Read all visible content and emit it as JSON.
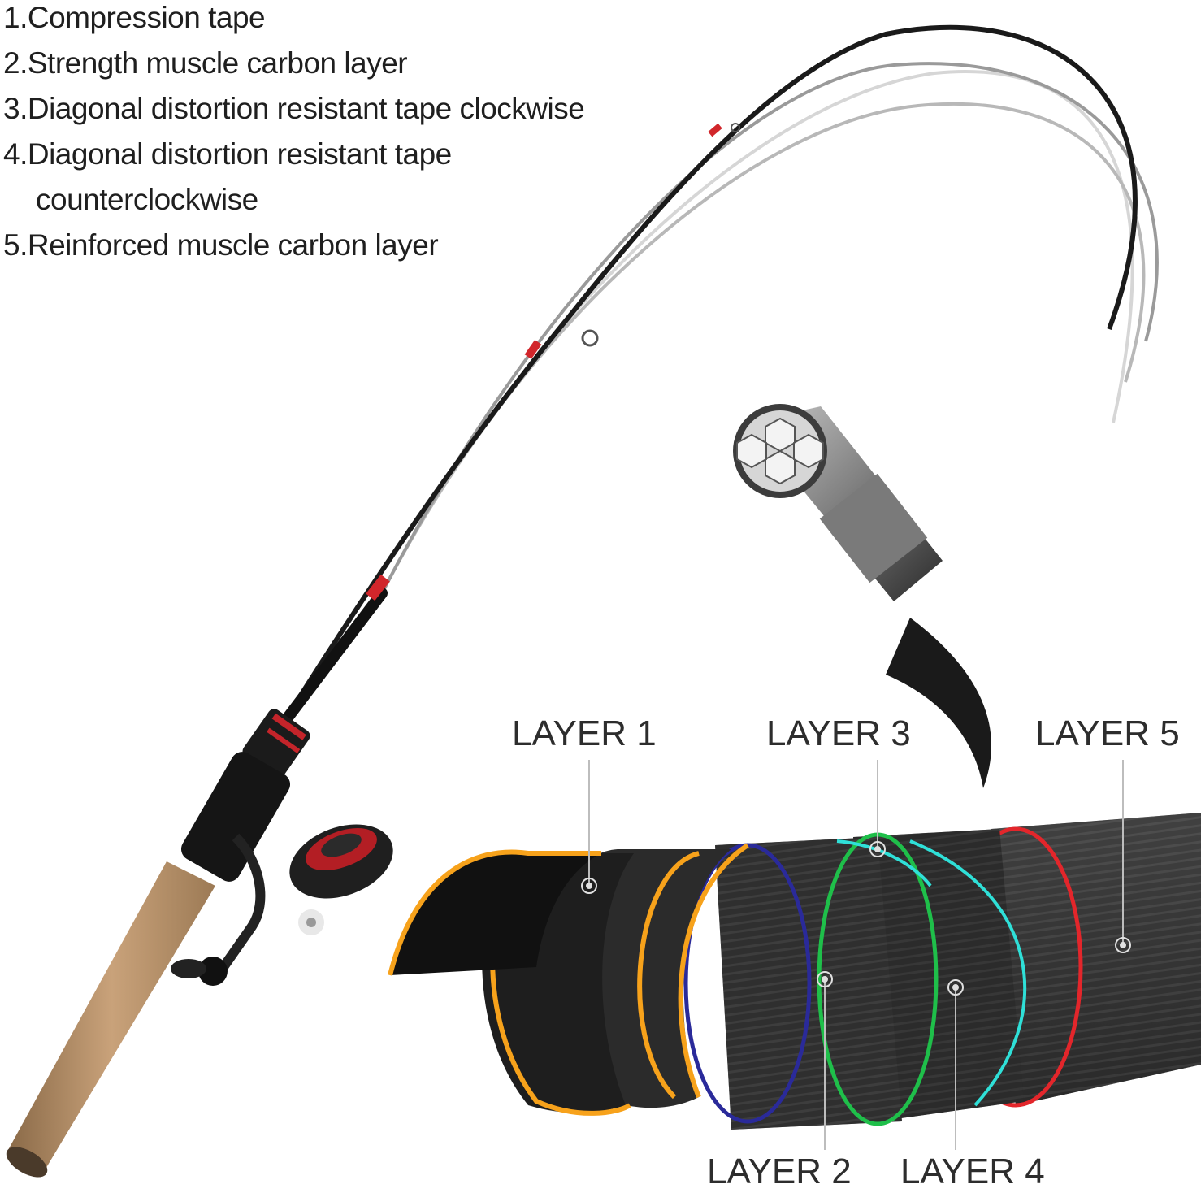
{
  "features": [
    {
      "number": "1.",
      "text": "Compression tape"
    },
    {
      "number": "2.",
      "text": "Strength muscle carbon layer"
    },
    {
      "number": "3.",
      "text": "Diagonal distortion resistant tape clockwise"
    },
    {
      "number": "4.",
      "text": "Diagonal distortion resistant tape",
      "continuation": "counterclockwise"
    },
    {
      "number": "5.",
      "text": "Reinforced muscle carbon layer"
    }
  ],
  "layer_labels": {
    "layer1": "LAYER 1",
    "layer2": "LAYER 2",
    "layer3": "LAYER 3",
    "layer4": "LAYER 4",
    "layer5": "LAYER 5"
  },
  "colors": {
    "layer1_edge": "#f7a21b",
    "layer2_edge": "#2a2a9a",
    "layer3_edge": "#1fbf4a",
    "layer3_stripe": "#2fe0d8",
    "layer5_edge": "#e3262b",
    "rod_guide": "#d1262b",
    "cork": "#b8916a"
  },
  "icons": [
    "fishing-rod-image",
    "spinning-reel-image",
    "hexagon-core-icon",
    "layer-marker-icon"
  ]
}
